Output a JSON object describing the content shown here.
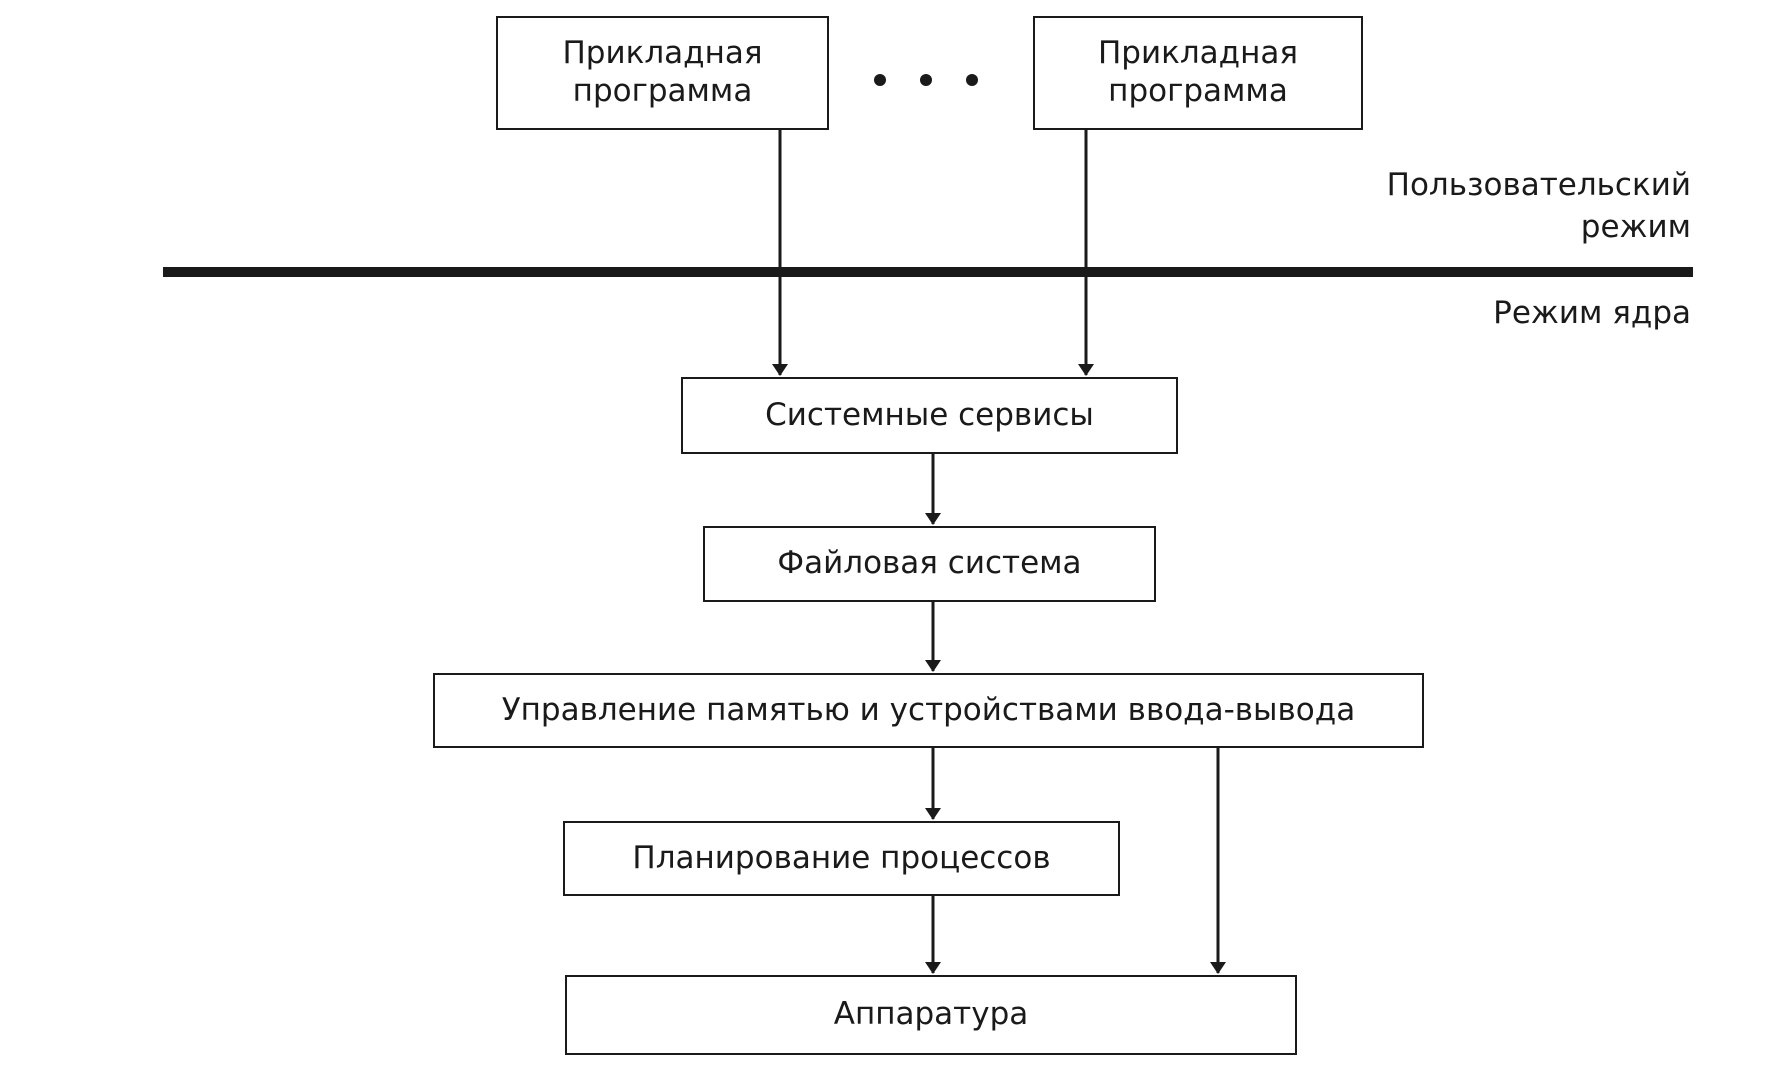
{
  "diagram": {
    "nodes": {
      "app_program_left": "Прикладная\nпрограмма",
      "app_program_right": "Прикладная\nпрограмма",
      "system_services": "Системные сервисы",
      "file_system": "Файловая система",
      "memory_io_management": "Управление памятью и устройствами ввода-вывода",
      "process_scheduling": "Планирование процессов",
      "hardware": "Аппаратура"
    },
    "modes": {
      "user_mode": "Пользовательский\nрежим",
      "kernel_mode": "Режим ядра"
    },
    "edges": [
      {
        "from": "app_program_left",
        "to": "system_services"
      },
      {
        "from": "app_program_right",
        "to": "system_services"
      },
      {
        "from": "system_services",
        "to": "file_system"
      },
      {
        "from": "file_system",
        "to": "memory_io_management"
      },
      {
        "from": "memory_io_management",
        "to": "process_scheduling"
      },
      {
        "from": "memory_io_management",
        "to": "hardware"
      },
      {
        "from": "process_scheduling",
        "to": "hardware"
      }
    ],
    "colors": {
      "line": "#1a1a1a",
      "background": "#ffffff"
    }
  }
}
